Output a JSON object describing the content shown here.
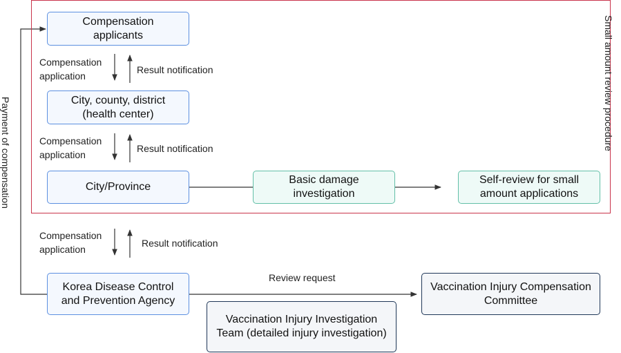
{
  "diagram": {
    "region_label": "Small amount review procedure",
    "side_label": "Payment of compensation",
    "boxes": {
      "applicants": "Compensation applicants",
      "city_county": "City, county, district (health center)",
      "city_province": "City/Province",
      "basic_damage": "Basic damage investigation",
      "self_review": "Self-review for small amount applications",
      "kdca": "Korea Disease Control and Prevention Agency",
      "investigation_team": "Vaccination Injury Investigation Team (detailed injury investigation)",
      "committee": "Vaccination Injury Compensation Committee"
    },
    "arrows": {
      "application_1": "Compensation application",
      "notification_1": "Result notification",
      "application_2": "Compensation application",
      "notification_2": "Result notification",
      "application_3": "Compensation application",
      "notification_3": "Result notification",
      "review_request": "Review request"
    },
    "colors": {
      "region_border": "#c9324a",
      "blue_border": "#5b8fe0",
      "teal_border": "#62bfa7",
      "navy_border": "#1e3657",
      "line": "#333333"
    }
  }
}
